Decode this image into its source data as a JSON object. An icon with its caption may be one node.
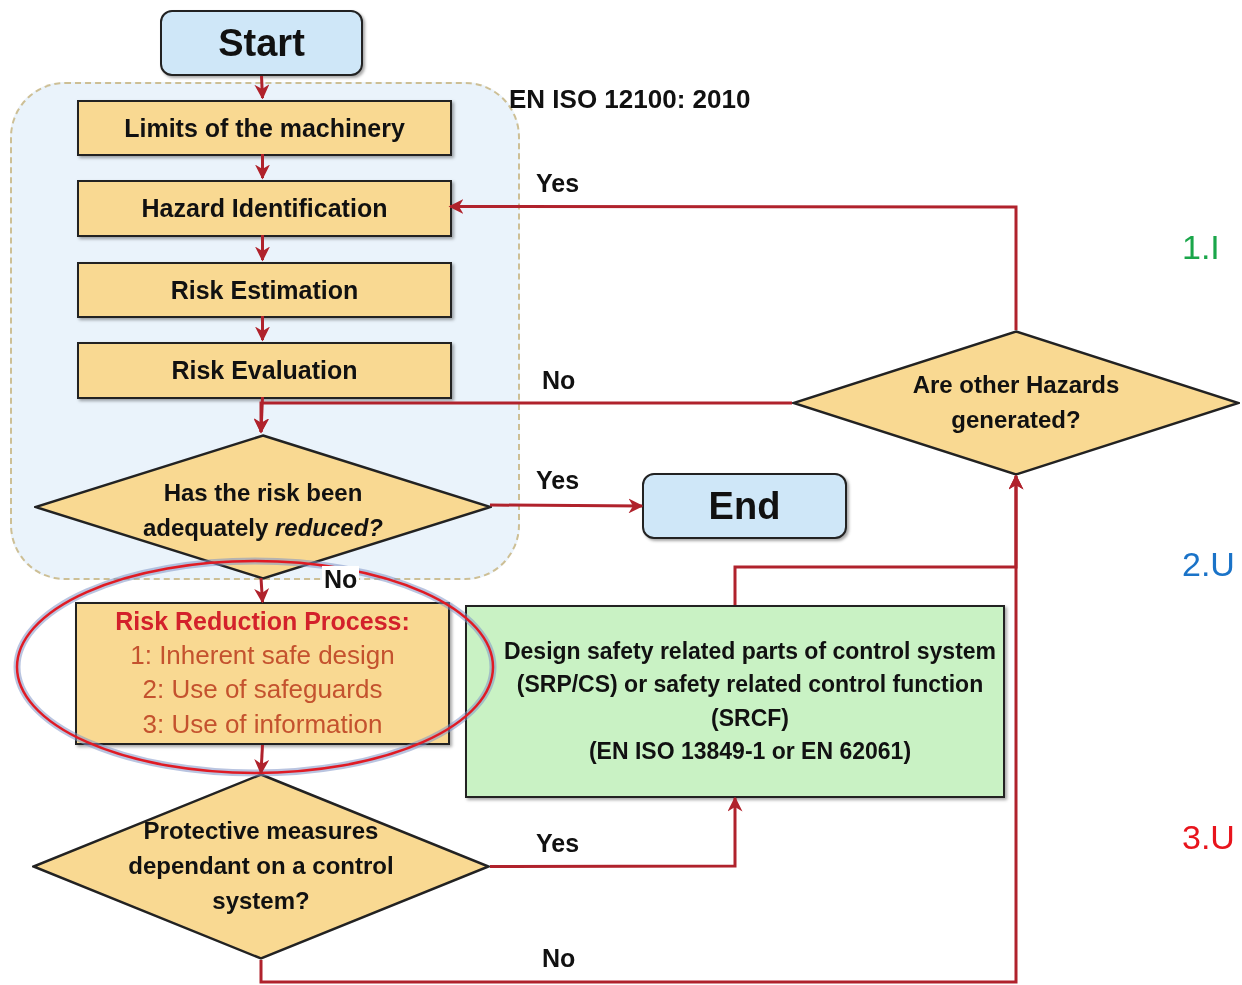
{
  "diagram": {
    "nodes": [
      {
        "text": [
          "Start"
        ]
      },
      {
        "text": [
          "EN ISO 12100: 2010"
        ]
      },
      {
        "text": [
          "Limits of the machinery"
        ],
        "in": 1
      },
      {
        "text": [
          "Hazard Identification"
        ],
        "in": 1
      },
      {
        "text": [
          "Risk Estimation"
        ],
        "in": 1
      },
      {
        "text": [
          "Risk Evaluation"
        ],
        "in": 1
      },
      {
        "text": [
          "Has the risk been adequately *reduced?*"
        ],
        "in": 1
      },
      {
        "text": [
          "Are other Hazards generated?"
        ]
      },
      {
        "text": [
          "End"
        ]
      },
      {
        "text": [
          "Risk Reduction Process:",
          "1: Inherent safe design",
          "2: Use of safeguards",
          "3: Use of information"
        ]
      },
      {
        "text": [
          "Design safety related parts of control system (SRP/CS) or safety related control function (SRCF)",
          "(EN ISO 13849-1 or EN 62061)"
        ]
      },
      {
        "text": [
          "Protective measures dependant on a control system?"
        ]
      }
    ],
    "edges": [
      {
        "from": 0,
        "to": 2,
        "arrow": "to"
      },
      {
        "from": 2,
        "to": 3,
        "arrow": "to"
      },
      {
        "from": 3,
        "to": 4,
        "arrow": "to"
      },
      {
        "from": 4,
        "to": 5,
        "arrow": "to"
      },
      {
        "from": 5,
        "to": 6,
        "arrow": "to"
      },
      {
        "from": 6,
        "to": 8,
        "label": "Yes",
        "arrow": "to"
      },
      {
        "from": 6,
        "to": 9,
        "label": "No",
        "arrow": "to"
      },
      {
        "from": 9,
        "to": 11,
        "arrow": "to"
      },
      {
        "from": 11,
        "to": 10,
        "label": "Yes",
        "arrow": "to"
      },
      {
        "from": 11,
        "to": 7,
        "label": "No",
        "arrow": "to"
      },
      {
        "from": 10,
        "to": 7,
        "arrow": "to"
      },
      {
        "from": 7,
        "to": 3,
        "label": "Yes",
        "arrow": "to"
      },
      {
        "from": 7,
        "to": 6,
        "label": "No",
        "arrow": "to"
      }
    ],
    "labels": [
      "1.I",
      "2.U",
      "3.U"
    ]
  }
}
